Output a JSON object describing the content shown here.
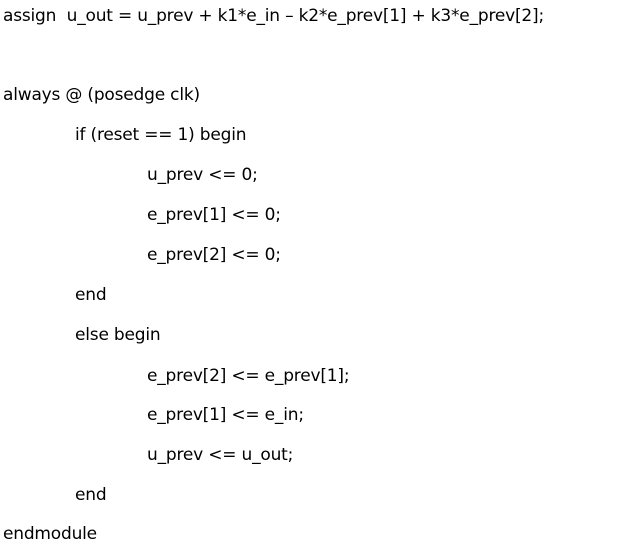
{
  "document": {
    "lines": [
      "assign  u_out = u_prev + k1*e_in – k2*e_prev[1] + k3*e_prev[2];",
      "always @ (posedge clk)",
      "if (reset == 1) begin",
      "u_prev <= 0;",
      "e_prev[1] <= 0;",
      "e_prev[2] <= 0;",
      "end",
      "else begin",
      "e_prev[2] <= e_prev[1];",
      "e_prev[1] <= e_in;",
      "u_prev <= u_out;",
      "end",
      "endmodule"
    ]
  }
}
